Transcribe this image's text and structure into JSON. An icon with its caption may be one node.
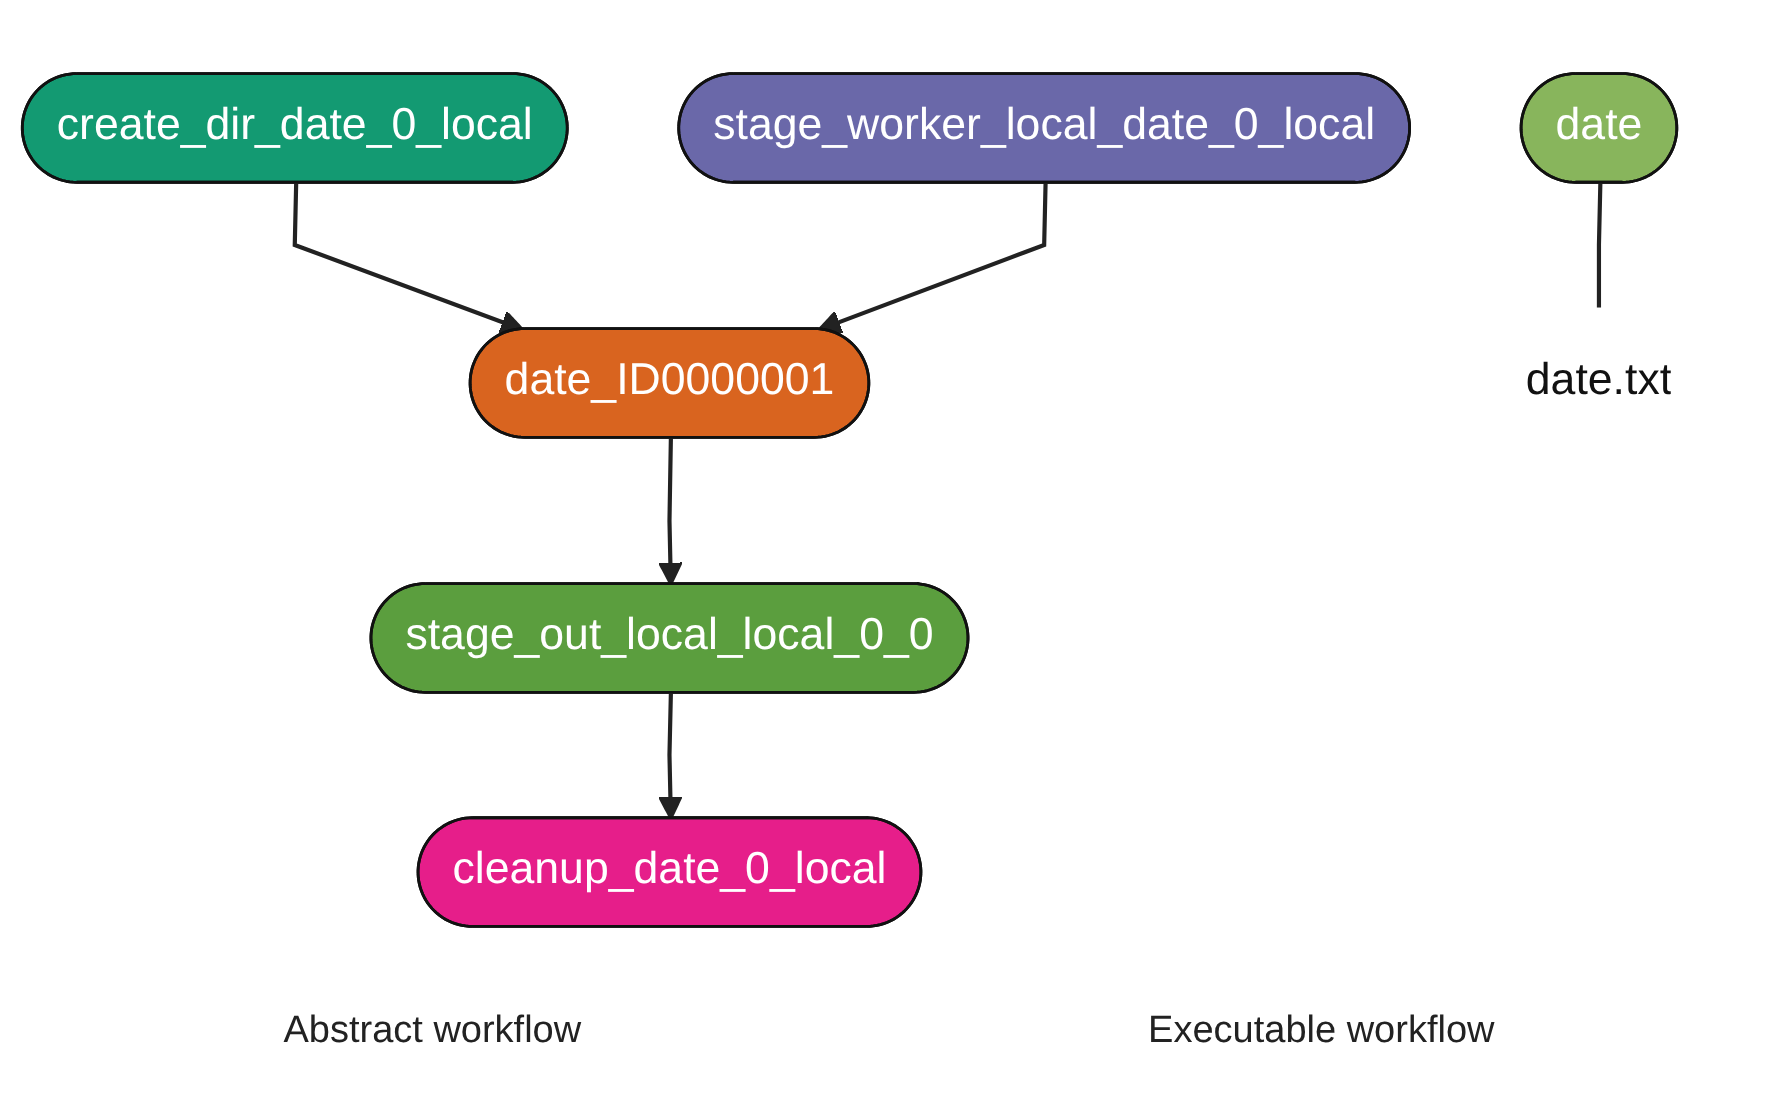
{
  "diagram": {
    "nodes": [
      {
        "text": [
          "create_dir_date_0_local"
        ]
      },
      {
        "text": [
          "stage_worker_local_date_0_local"
        ]
      },
      {
        "text": [
          "date_ID0000001"
        ]
      },
      {
        "text": [
          "stage_out_local_local_0_0"
        ]
      },
      {
        "text": [
          "cleanup_date_0_local"
        ]
      },
      {
        "text": [
          "date"
        ]
      },
      {
        "text": [
          "date.txt"
        ]
      }
    ],
    "edges": [
      {
        "from": 0,
        "to": 2,
        "arrow": "to"
      },
      {
        "from": 1,
        "to": 2,
        "arrow": "to"
      },
      {
        "from": 2,
        "to": 3,
        "arrow": "to"
      },
      {
        "from": 3,
        "to": 4,
        "arrow": "to"
      },
      {
        "from": 5,
        "to": 6,
        "arrow": "none"
      }
    ],
    "labels": [
      "Abstract workflow",
      "Executable workflow"
    ]
  }
}
